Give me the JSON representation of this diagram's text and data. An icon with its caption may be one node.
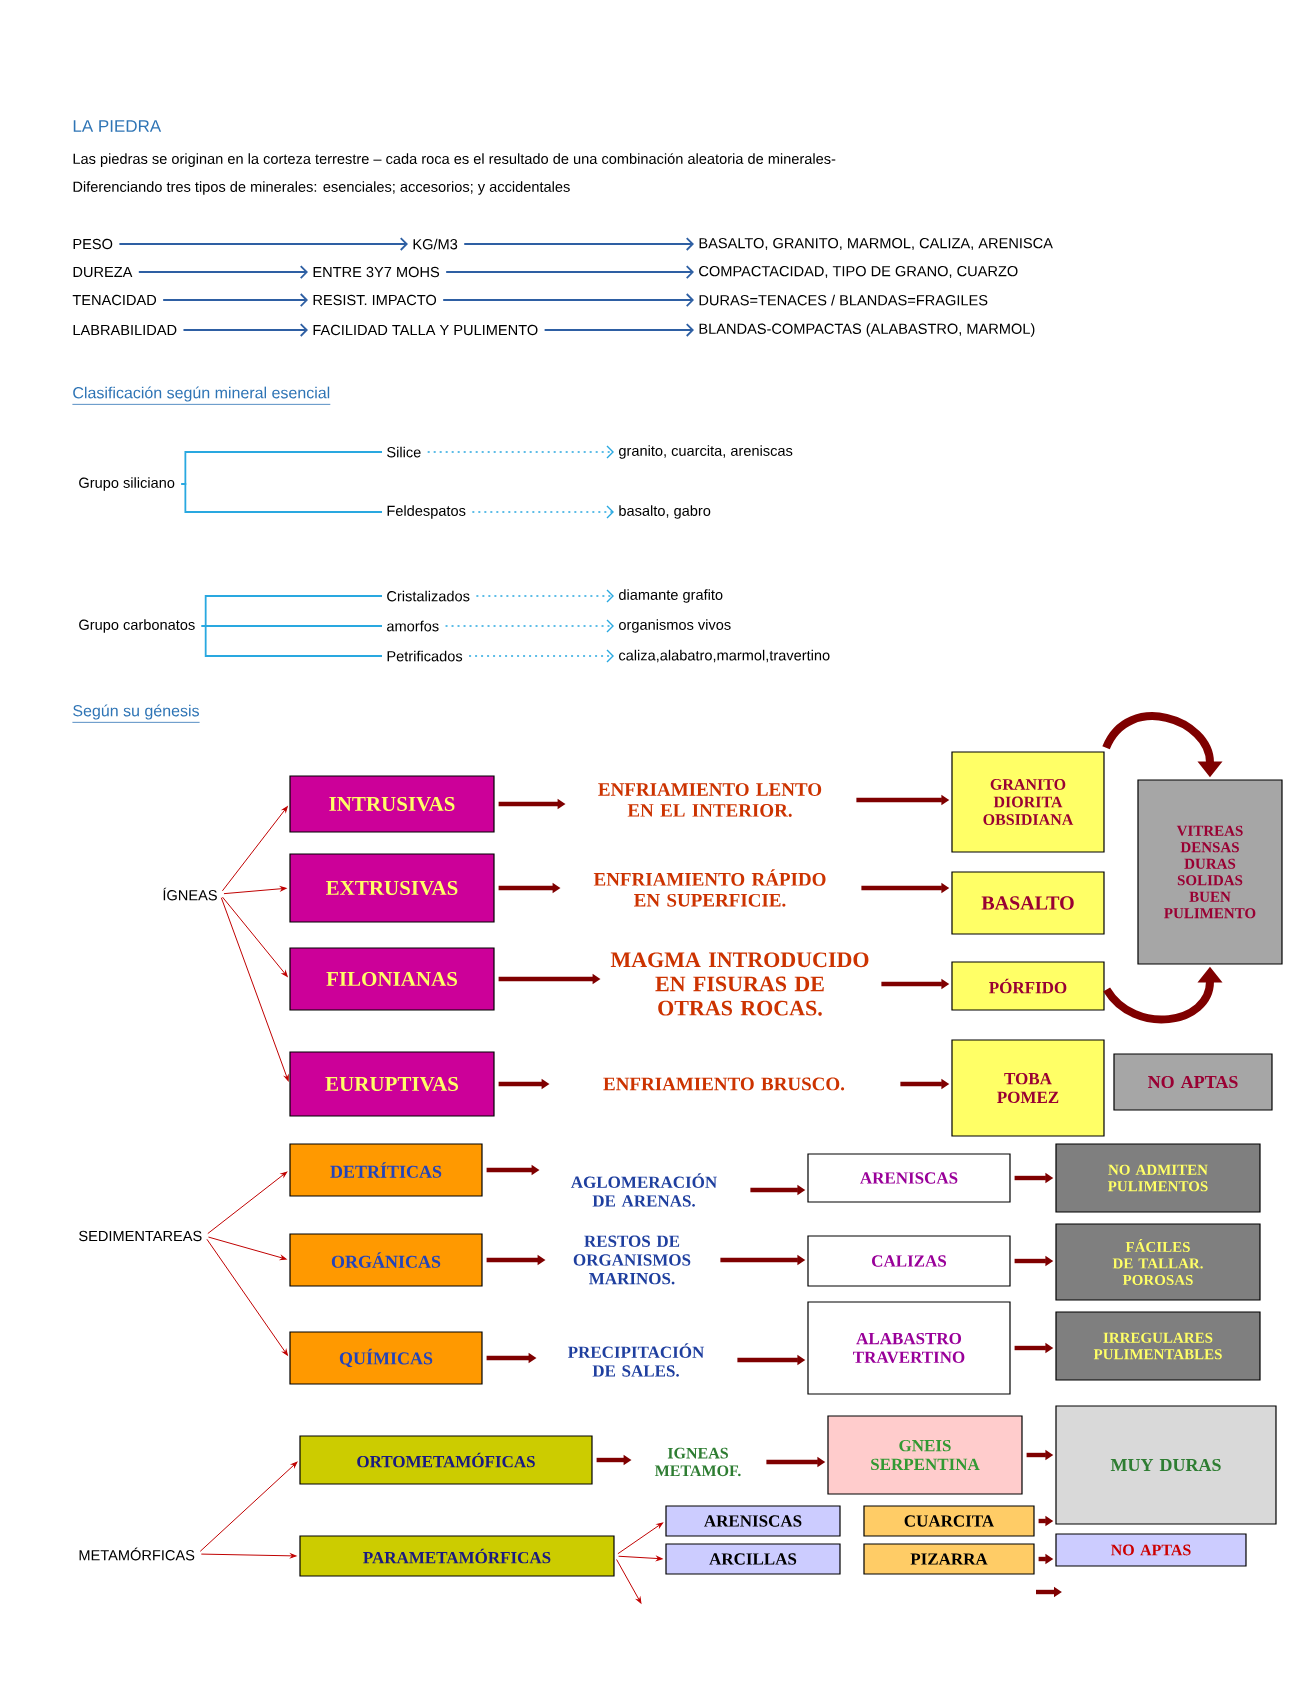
{
  "diagram": {
    "title": "LA PIEDRA",
    "nodes": [
      {
        "text": [
          "PESO"
        ]
      },
      {
        "text": [
          "KG/M3"
        ]
      },
      {
        "text": [
          "BASALTO, GRANITO, MARMOL, CALIZA, ARENISCA"
        ]
      },
      {
        "text": [
          "DUREZA"
        ]
      },
      {
        "text": [
          "ENTRE 3Y7 MOHS"
        ]
      },
      {
        "text": [
          "COMPACTACIDAD, TIPO DE GRANO, CUARZO"
        ]
      },
      {
        "text": [
          "TENACIDAD"
        ]
      },
      {
        "text": [
          "RESIST. IMPACTO"
        ]
      },
      {
        "text": [
          "DURAS=TENACES / BLANDAS=FRAGILES"
        ]
      },
      {
        "text": [
          "LABRABILIDAD"
        ]
      },
      {
        "text": [
          "FACILIDAD TALLA Y PULIMENTO"
        ]
      },
      {
        "text": [
          "BLANDAS-COMPACTAS (ALABASTRO, MARMOL)"
        ]
      },
      {
        "text": [
          "Grupo siliciano"
        ]
      },
      {
        "text": [
          "Silice"
        ]
      },
      {
        "text": [
          "granito, cuarcita, areniscas"
        ]
      },
      {
        "text": [
          "Feldespatos"
        ]
      },
      {
        "text": [
          "basalto, gabro"
        ]
      },
      {
        "text": [
          "Grupo carbonatos"
        ]
      },
      {
        "text": [
          "Cristalizados"
        ]
      },
      {
        "text": [
          "diamante grafito"
        ]
      },
      {
        "text": [
          "amorfos"
        ]
      },
      {
        "text": [
          "organismos vivos"
        ]
      },
      {
        "text": [
          "Petrificados"
        ]
      },
      {
        "text": [
          "caliza,alabatro,marmol,travertino"
        ]
      },
      {
        "text": [
          "ÍGNEAS"
        ]
      },
      {
        "text": [
          "INTRUSIVAS"
        ]
      },
      {
        "text": [
          "ENFRIAMIENTO LENTO EN EL INTERIOR."
        ]
      },
      {
        "text": [
          "GRANITO DIORITA OBSIDIANA"
        ]
      },
      {
        "text": [
          "VITREAS DENSAS DURAS SOLIDAS BUEN PULIMENTO"
        ]
      },
      {
        "text": [
          "EXTRUSIVAS"
        ]
      },
      {
        "text": [
          "ENFRIAMIENTO RÁPIDO EN SUPERFICIE."
        ]
      },
      {
        "text": [
          "BASALTO"
        ]
      },
      {
        "text": [
          "FILONIANAS"
        ]
      },
      {
        "text": [
          "MAGMA INTRODUCIDO EN FISURAS DE OTRAS ROCAS."
        ]
      },
      {
        "text": [
          "PÓRFIDO"
        ]
      },
      {
        "text": [
          "EURUPTIVAS"
        ]
      },
      {
        "text": [
          "ENFRIAMIENTO BRUSCO."
        ]
      },
      {
        "text": [
          "TOBA POMEZ"
        ]
      },
      {
        "text": [
          "NO APTAS"
        ]
      },
      {
        "text": [
          "SEDIMENTAREAS"
        ]
      },
      {
        "text": [
          "DETRÍTICAS"
        ]
      },
      {
        "text": [
          "AGLOMERACIÓN DE ARENAS."
        ]
      },
      {
        "text": [
          "ARENISCAS"
        ]
      },
      {
        "text": [
          "NO ADMITEN PULIMENTOS"
        ]
      },
      {
        "text": [
          "ORGÁNICAS"
        ]
      },
      {
        "text": [
          "RESTOS DE ORGANISMOS MARINOS."
        ]
      },
      {
        "text": [
          "CALIZAS"
        ]
      },
      {
        "text": [
          "FÁCILES DE TALLAR. POROSAS"
        ]
      },
      {
        "text": [
          "QUÍMICAS"
        ]
      },
      {
        "text": [
          "PRECIPITACIÓN DE SALES."
        ]
      },
      {
        "text": [
          "ALABASTRO TRAVERTINO"
        ]
      },
      {
        "text": [
          "IRREGULARES PULIMENTABLES"
        ]
      },
      {
        "text": [
          "METAMÓRFICAS"
        ]
      },
      {
        "text": [
          "ORTOMETAMÓFICAS"
        ]
      },
      {
        "text": [
          "IGNEAS METAMOF."
        ]
      },
      {
        "text": [
          "GNEIS SERPENTINA"
        ]
      },
      {
        "text": [
          "MUY DURAS"
        ]
      },
      {
        "text": [
          "PARAMETAMÓRFICAS"
        ]
      },
      {
        "text": [
          "ARENISCAS"
        ]
      },
      {
        "text": [
          "ARCILLAS"
        ]
      },
      {
        "text": [
          "CUARCITA"
        ]
      },
      {
        "text": [
          "PIZARRA"
        ]
      },
      {
        "text": [
          "NO APTAS"
        ]
      }
    ],
    "edges": [
      {
        "from": 0,
        "to": 1,
        "arrow": "to",
        "color": "#2e5fa3"
      },
      {
        "from": 1,
        "to": 2,
        "arrow": "to",
        "color": "#2e5fa3"
      },
      {
        "from": 3,
        "to": 4,
        "arrow": "to",
        "color": "#2e5fa3"
      },
      {
        "from": 4,
        "to": 5,
        "arrow": "to",
        "color": "#2e5fa3"
      },
      {
        "from": 6,
        "to": 7,
        "arrow": "to",
        "color": "#2e5fa3"
      },
      {
        "from": 7,
        "to": 8,
        "arrow": "to",
        "color": "#2e5fa3"
      },
      {
        "from": 9,
        "to": 10,
        "arrow": "to",
        "color": "#2e5fa3"
      },
      {
        "from": 10,
        "to": 11,
        "arrow": "to",
        "color": "#2e5fa3"
      },
      {
        "from": 12,
        "to": 13,
        "arrow": "none",
        "color": "#29a8e0"
      },
      {
        "from": 12,
        "to": 15,
        "arrow": "none",
        "color": "#29a8e0"
      },
      {
        "from": 13,
        "to": 14,
        "arrow": "to",
        "style": "dashed",
        "color": "#29a8e0"
      },
      {
        "from": 15,
        "to": 16,
        "arrow": "to",
        "style": "dashed",
        "color": "#29a8e0"
      },
      {
        "from": 17,
        "to": 18,
        "arrow": "none",
        "color": "#29a8e0"
      },
      {
        "from": 17,
        "to": 20,
        "arrow": "none",
        "color": "#29a8e0"
      },
      {
        "from": 17,
        "to": 22,
        "arrow": "none",
        "color": "#29a8e0"
      },
      {
        "from": 18,
        "to": 19,
        "arrow": "to",
        "style": "dashed",
        "color": "#29a8e0"
      },
      {
        "from": 20,
        "to": 21,
        "arrow": "to",
        "style": "dashed",
        "color": "#29a8e0"
      },
      {
        "from": 22,
        "to": 23,
        "arrow": "to",
        "style": "dashed",
        "color": "#29a8e0"
      },
      {
        "from": 24,
        "to": 25,
        "arrow": "to",
        "color": "#c00000"
      },
      {
        "from": 24,
        "to": 29,
        "arrow": "to",
        "color": "#c00000"
      },
      {
        "from": 24,
        "to": 32,
        "arrow": "to",
        "color": "#c00000"
      },
      {
        "from": 24,
        "to": 35,
        "arrow": "to",
        "color": "#c00000"
      },
      {
        "from": 25,
        "to": 26,
        "arrow": "to"
      },
      {
        "from": 26,
        "to": 27,
        "arrow": "to"
      },
      {
        "from": 29,
        "to": 30,
        "arrow": "to"
      },
      {
        "from": 30,
        "to": 31,
        "arrow": "to"
      },
      {
        "from": 32,
        "to": 33,
        "arrow": "to"
      },
      {
        "from": 33,
        "to": 34,
        "arrow": "to"
      },
      {
        "from": 35,
        "to": 36,
        "arrow": "to"
      },
      {
        "from": 36,
        "to": 37,
        "arrow": "to"
      },
      {
        "from": 27,
        "to": 28,
        "arrow": "to",
        "style": "thick"
      },
      {
        "from": 34,
        "to": 28,
        "arrow": "to",
        "style": "thick"
      },
      {
        "from": 39,
        "to": 40,
        "arrow": "to",
        "color": "#c00000"
      },
      {
        "from": 39,
        "to": 44,
        "arrow": "to",
        "color": "#c00000"
      },
      {
        "from": 39,
        "to": 48,
        "arrow": "to",
        "color": "#c00000"
      },
      {
        "from": 40,
        "to": 41,
        "arrow": "to"
      },
      {
        "from": 41,
        "to": 42,
        "arrow": "to"
      },
      {
        "from": 42,
        "to": 43,
        "arrow": "to"
      },
      {
        "from": 44,
        "to": 45,
        "arrow": "to"
      },
      {
        "from": 45,
        "to": 46,
        "arrow": "to"
      },
      {
        "from": 46,
        "to": 47,
        "arrow": "to"
      },
      {
        "from": 48,
        "to": 49,
        "arrow": "to"
      },
      {
        "from": 49,
        "to": 50,
        "arrow": "to"
      },
      {
        "from": 50,
        "to": 51,
        "arrow": "to"
      },
      {
        "from": 52,
        "to": 53,
        "arrow": "to",
        "color": "#c00000"
      },
      {
        "from": 52,
        "to": 57,
        "arrow": "to",
        "color": "#c00000"
      },
      {
        "from": 53,
        "to": 54,
        "arrow": "to"
      },
      {
        "from": 54,
        "to": 55,
        "arrow": "to"
      },
      {
        "from": 55,
        "to": 56,
        "arrow": "to"
      },
      {
        "from": 57,
        "to": 58,
        "arrow": "to",
        "color": "#c00000"
      },
      {
        "from": 57,
        "to": 59,
        "arrow": "to",
        "color": "#c00000"
      },
      {
        "from": 57,
        "to": null,
        "arrow": "to",
        "color": "#c00000"
      },
      {
        "from": 60,
        "to": 56,
        "arrow": "to"
      },
      {
        "from": 61,
        "to": 62,
        "arrow": "to"
      }
    ],
    "labels": [
      "Las piedras se originan en la corteza terrestre – cada roca es el resultado de una combinación aleatoria de minerales-",
      "Diferenciando tres tipos de minerales: esenciales; accesorios; y accidentales",
      "Clasificación según mineral esencial",
      "Según su génesis"
    ]
  }
}
